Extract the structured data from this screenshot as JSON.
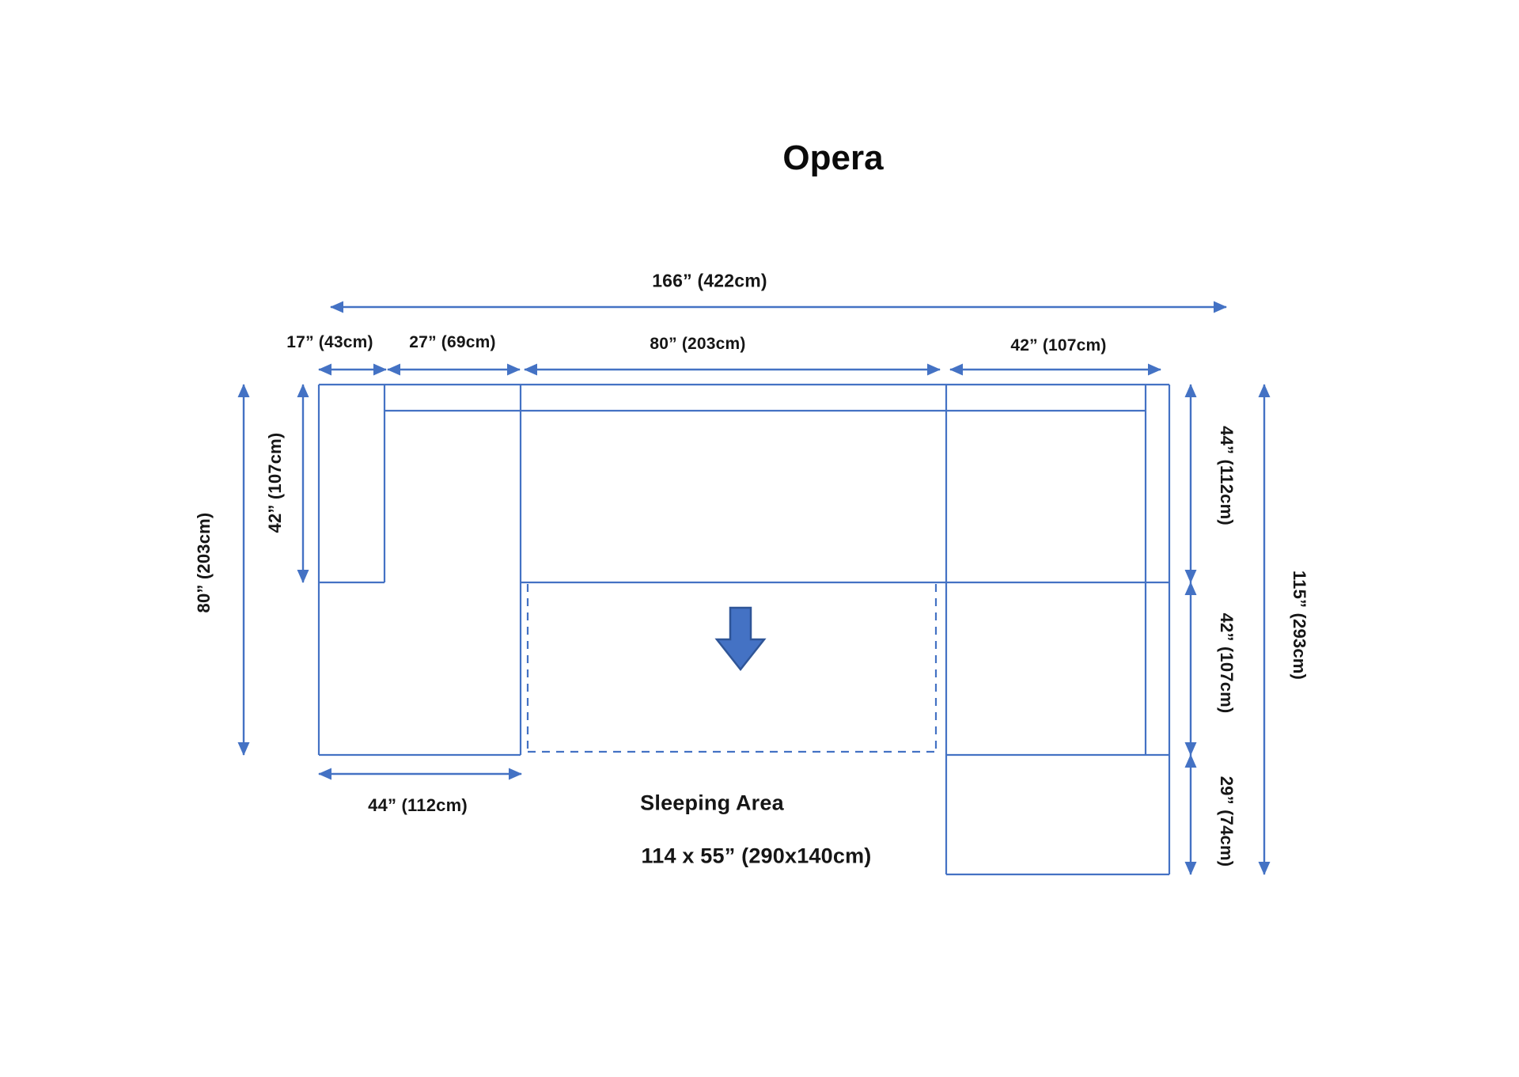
{
  "title": "Opera",
  "colors": {
    "line": "#4472C4",
    "block_arrow_fill": "#4472C4",
    "block_arrow_border": "#2F5597",
    "text": "#161616"
  },
  "labels": {
    "total_width": "166” (422cm)",
    "seg_arm": "17” (43cm)",
    "seg_chaise": "27” (69cm)",
    "seg_middle": "80” (203cm)",
    "seg_right": "42” (107cm)",
    "left_total_depth": "80” (203cm)",
    "left_arm_length": "42” (107cm)",
    "chaise_width": "44” (112cm)",
    "right_upper_depth": "44” (112cm)",
    "right_middle_depth": "42” (107cm)",
    "right_ottoman_depth": "29” (74cm)",
    "right_total_depth": "115” (293cm)",
    "sleeping_area": "Sleeping Area",
    "sleeping_size": "114 x 55” (290x140cm)"
  }
}
